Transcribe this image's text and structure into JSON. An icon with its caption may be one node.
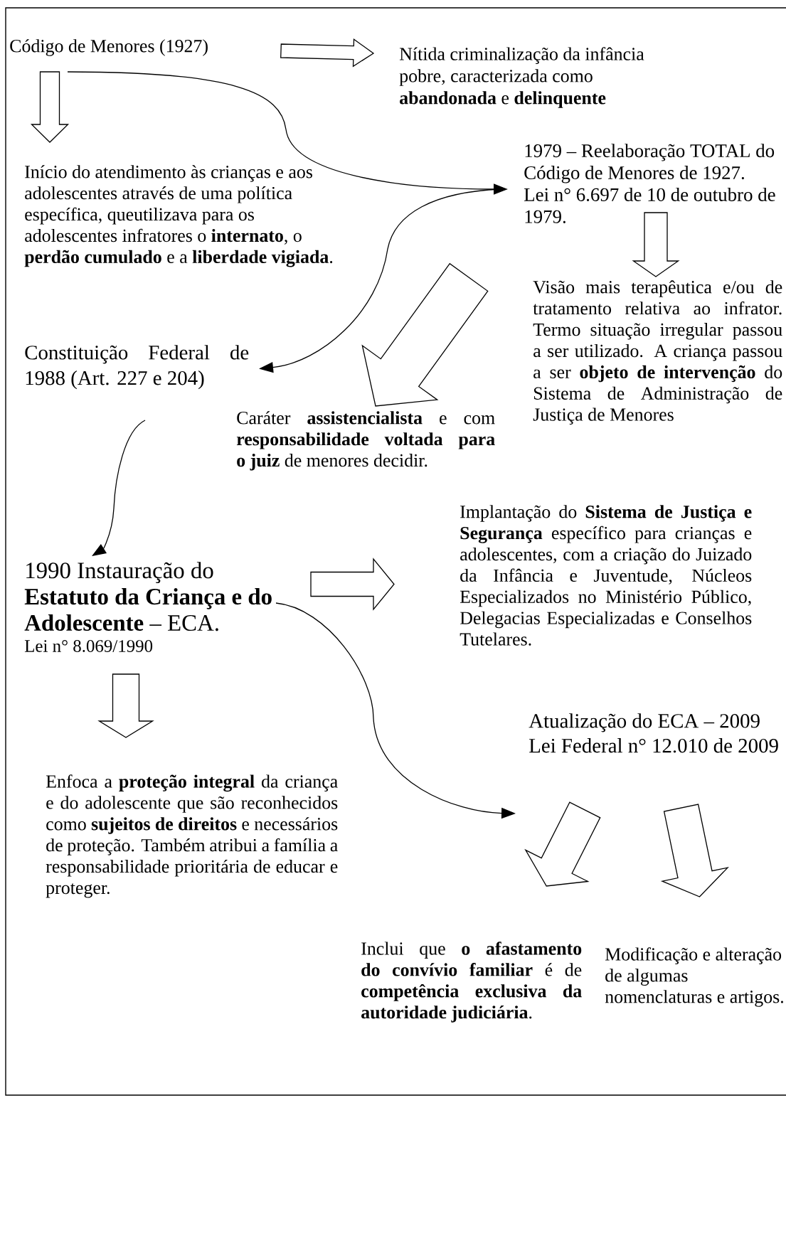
{
  "diagram": {
    "nodes": [
      {
        "text": [
          "Código de Menores (1927)"
        ]
      },
      {
        "text": [
          "Nítida criminalização da infância pobre, caracterizada como **abandonada** e **delinquente**"
        ]
      },
      {
        "text": [
          "Início do atendimento às crianças e aos adolescentes através de uma política específica, queutilizava para os adolescentes infratores o **internato**, o **perdão cumulado** e a **liberdade vigiada**."
        ]
      },
      {
        "text": [
          "1979 – Reelaboração TOTAL do Código de Menores de 1927.",
          "Lei n° 6.697 de 10 de outubro de 1979."
        ]
      },
      {
        "text": [
          "Visão mais terapêutica e/ou de tratamento relativa ao infrator. Termo situação irregular passou a ser utilizado. A criança passou a ser **objeto de intervenção** do Sistema de Administração de Justiça de Menores"
        ]
      },
      {
        "text": [
          "Constituição Federal de 1988 (Art. 227 e 204)"
        ]
      },
      {
        "text": [
          "Caráter **assistencialista** e com **responsabilidade voltada para o juiz** de menores decidir."
        ]
      },
      {
        "text": [
          "1990 Instauração do **Estatuto da Criança e do Adolescente** – ECA.",
          "Lei n° 8.069/1990"
        ]
      },
      {
        "text": [
          "Implantação do **Sistema de Justiça e Segurança** específico para crianças e adolescentes, com a criação do Juizado da Infância e Juventude, Núcleos Especializados no Ministério Público, Delegacias Especializadas e Conselhos Tutelares."
        ]
      },
      {
        "text": [
          "Atualização do ECA – 2009",
          "Lei Federal n° 12.010 de 2009"
        ]
      },
      {
        "text": [
          "Enfoca a **proteção integral** da criança e do adolescente que são reconhecidos como **sujeitos de direitos** e necessários de proteção. Também atribui a família a responsabilidade prioritária de educar e proteger."
        ]
      },
      {
        "text": [
          "Inclui que **o afastamento do convívio familiar** é de **competência exclusiva da autoridade judiciária**."
        ]
      },
      {
        "text": [
          "Modificação e alteração de algumas nomenclaturas e artigos."
        ]
      }
    ],
    "edges": [
      {
        "from": 0,
        "to": 1,
        "arrow": "to"
      },
      {
        "from": 0,
        "to": 2,
        "arrow": "to"
      },
      {
        "from": 0,
        "to": 3,
        "arrow": "to"
      },
      {
        "from": 3,
        "to": 4,
        "arrow": "to"
      },
      {
        "from": 3,
        "to": 5,
        "arrow": "to"
      },
      {
        "from": 3,
        "to": 6,
        "arrow": "to"
      },
      {
        "from": 5,
        "to": 7,
        "arrow": "to"
      },
      {
        "from": 7,
        "to": 8,
        "arrow": "to"
      },
      {
        "from": 7,
        "to": 10,
        "arrow": "to"
      },
      {
        "from": 7,
        "to": 9,
        "arrow": "to"
      },
      {
        "from": 9,
        "to": 11,
        "arrow": "to"
      },
      {
        "from": 9,
        "to": 12,
        "arrow": "to"
      }
    ]
  }
}
